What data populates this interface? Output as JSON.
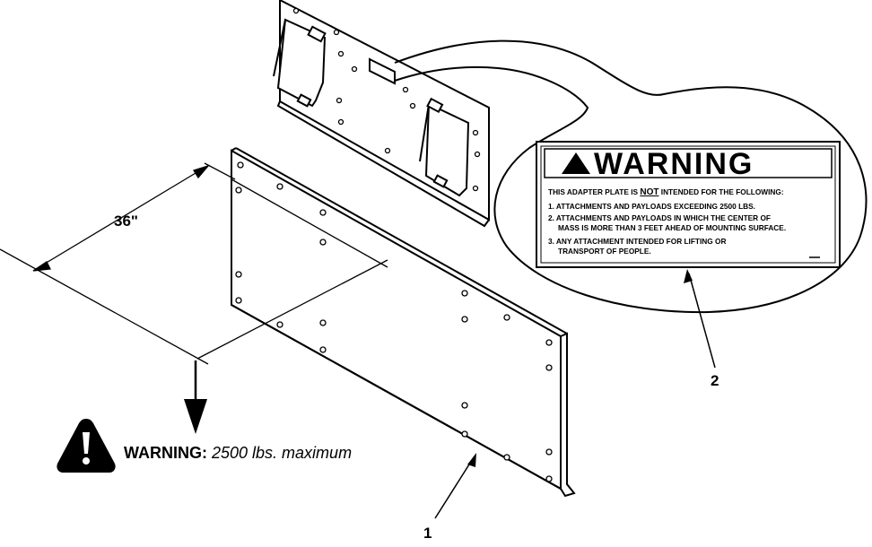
{
  "dimension_label": "36\"",
  "callouts": {
    "item1": "1",
    "item2": "2"
  },
  "decal": {
    "title": "WARNING",
    "intro_prefix": "THIS ADAPTER PLATE IS ",
    "intro_not": "NOT",
    "intro_suffix": " INTENDED FOR THE FOLLOWING:",
    "line1": "1. ATTACHMENTS AND PAYLOADS EXCEEDING 2500 LBS.",
    "line2a": "2. ATTACHMENTS AND PAYLOADS IN WHICH THE CENTER OF",
    "line2b": "MASS IS MORE THAN 3 FEET AHEAD OF MOUNTING SURFACE.",
    "line3a": "3. ANY ATTACHMENT INTENDED FOR LIFTING OR",
    "line3b": "TRANSPORT OF PEOPLE."
  },
  "load_warning": {
    "bold": "WARNING:",
    "italic": "2500 lbs. maximum"
  }
}
